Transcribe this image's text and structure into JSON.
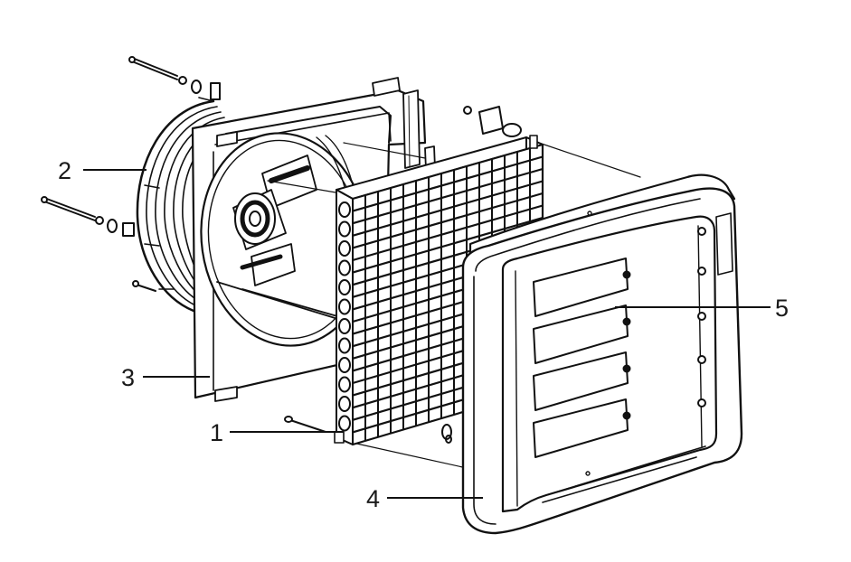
{
  "diagram": {
    "parts": [
      {
        "id": "coil",
        "number": "1"
      },
      {
        "id": "fan-guard",
        "number": "2"
      },
      {
        "id": "fan-housing",
        "number": "3"
      },
      {
        "id": "front-frame",
        "number": "4"
      },
      {
        "id": "louvers",
        "number": "5"
      }
    ],
    "colors": {
      "ink": "#111111",
      "background": "#ffffff"
    }
  }
}
